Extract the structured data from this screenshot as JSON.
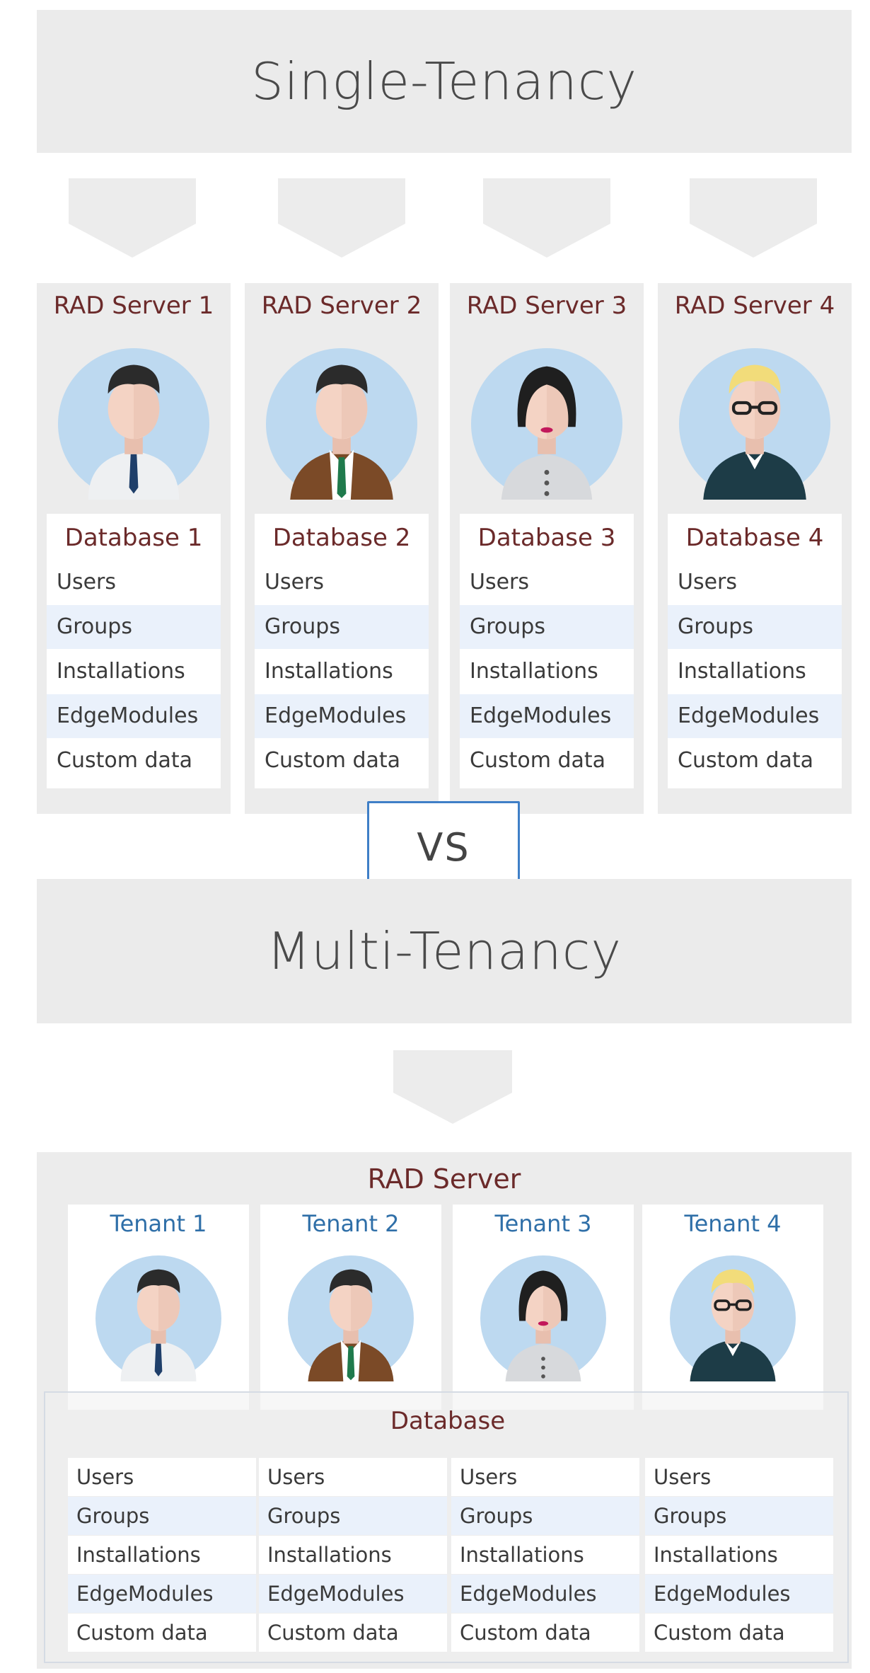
{
  "single": {
    "title": "Single-Tenancy",
    "servers": [
      {
        "name": "RAD Server 1",
        "db": "Database 1",
        "avatar": "man-white-shirt-icon"
      },
      {
        "name": "RAD Server 2",
        "db": "Database 2",
        "avatar": "man-brown-jacket-icon"
      },
      {
        "name": "RAD Server 3",
        "db": "Database 3",
        "avatar": "woman-grey-top-icon"
      },
      {
        "name": "RAD Server 4",
        "db": "Database 4",
        "avatar": "man-glasses-dark-sweater-icon"
      }
    ],
    "rows": [
      "Users",
      "Groups",
      "Installations",
      "EdgeModules",
      "Custom data"
    ]
  },
  "vs": "VS",
  "multi": {
    "title": "Multi-Tenancy",
    "server": "RAD Server",
    "tenants": [
      {
        "name": "Tenant 1",
        "avatar": "man-white-shirt-icon"
      },
      {
        "name": "Tenant 2",
        "avatar": "man-brown-jacket-icon"
      },
      {
        "name": "Tenant 3",
        "avatar": "woman-grey-top-icon"
      },
      {
        "name": "Tenant 4",
        "avatar": "man-glasses-dark-sweater-icon"
      }
    ],
    "database": "Database",
    "rows": [
      "Users",
      "Groups",
      "Installations",
      "EdgeModules",
      "Custom data"
    ]
  },
  "colors": {
    "banner_bg": "#ebebeb",
    "server_title": "#6b2a2a",
    "tenant_title": "#2f6fa8",
    "row_highlight": "#eaf1fb",
    "vs_border": "#3f7fc7"
  }
}
